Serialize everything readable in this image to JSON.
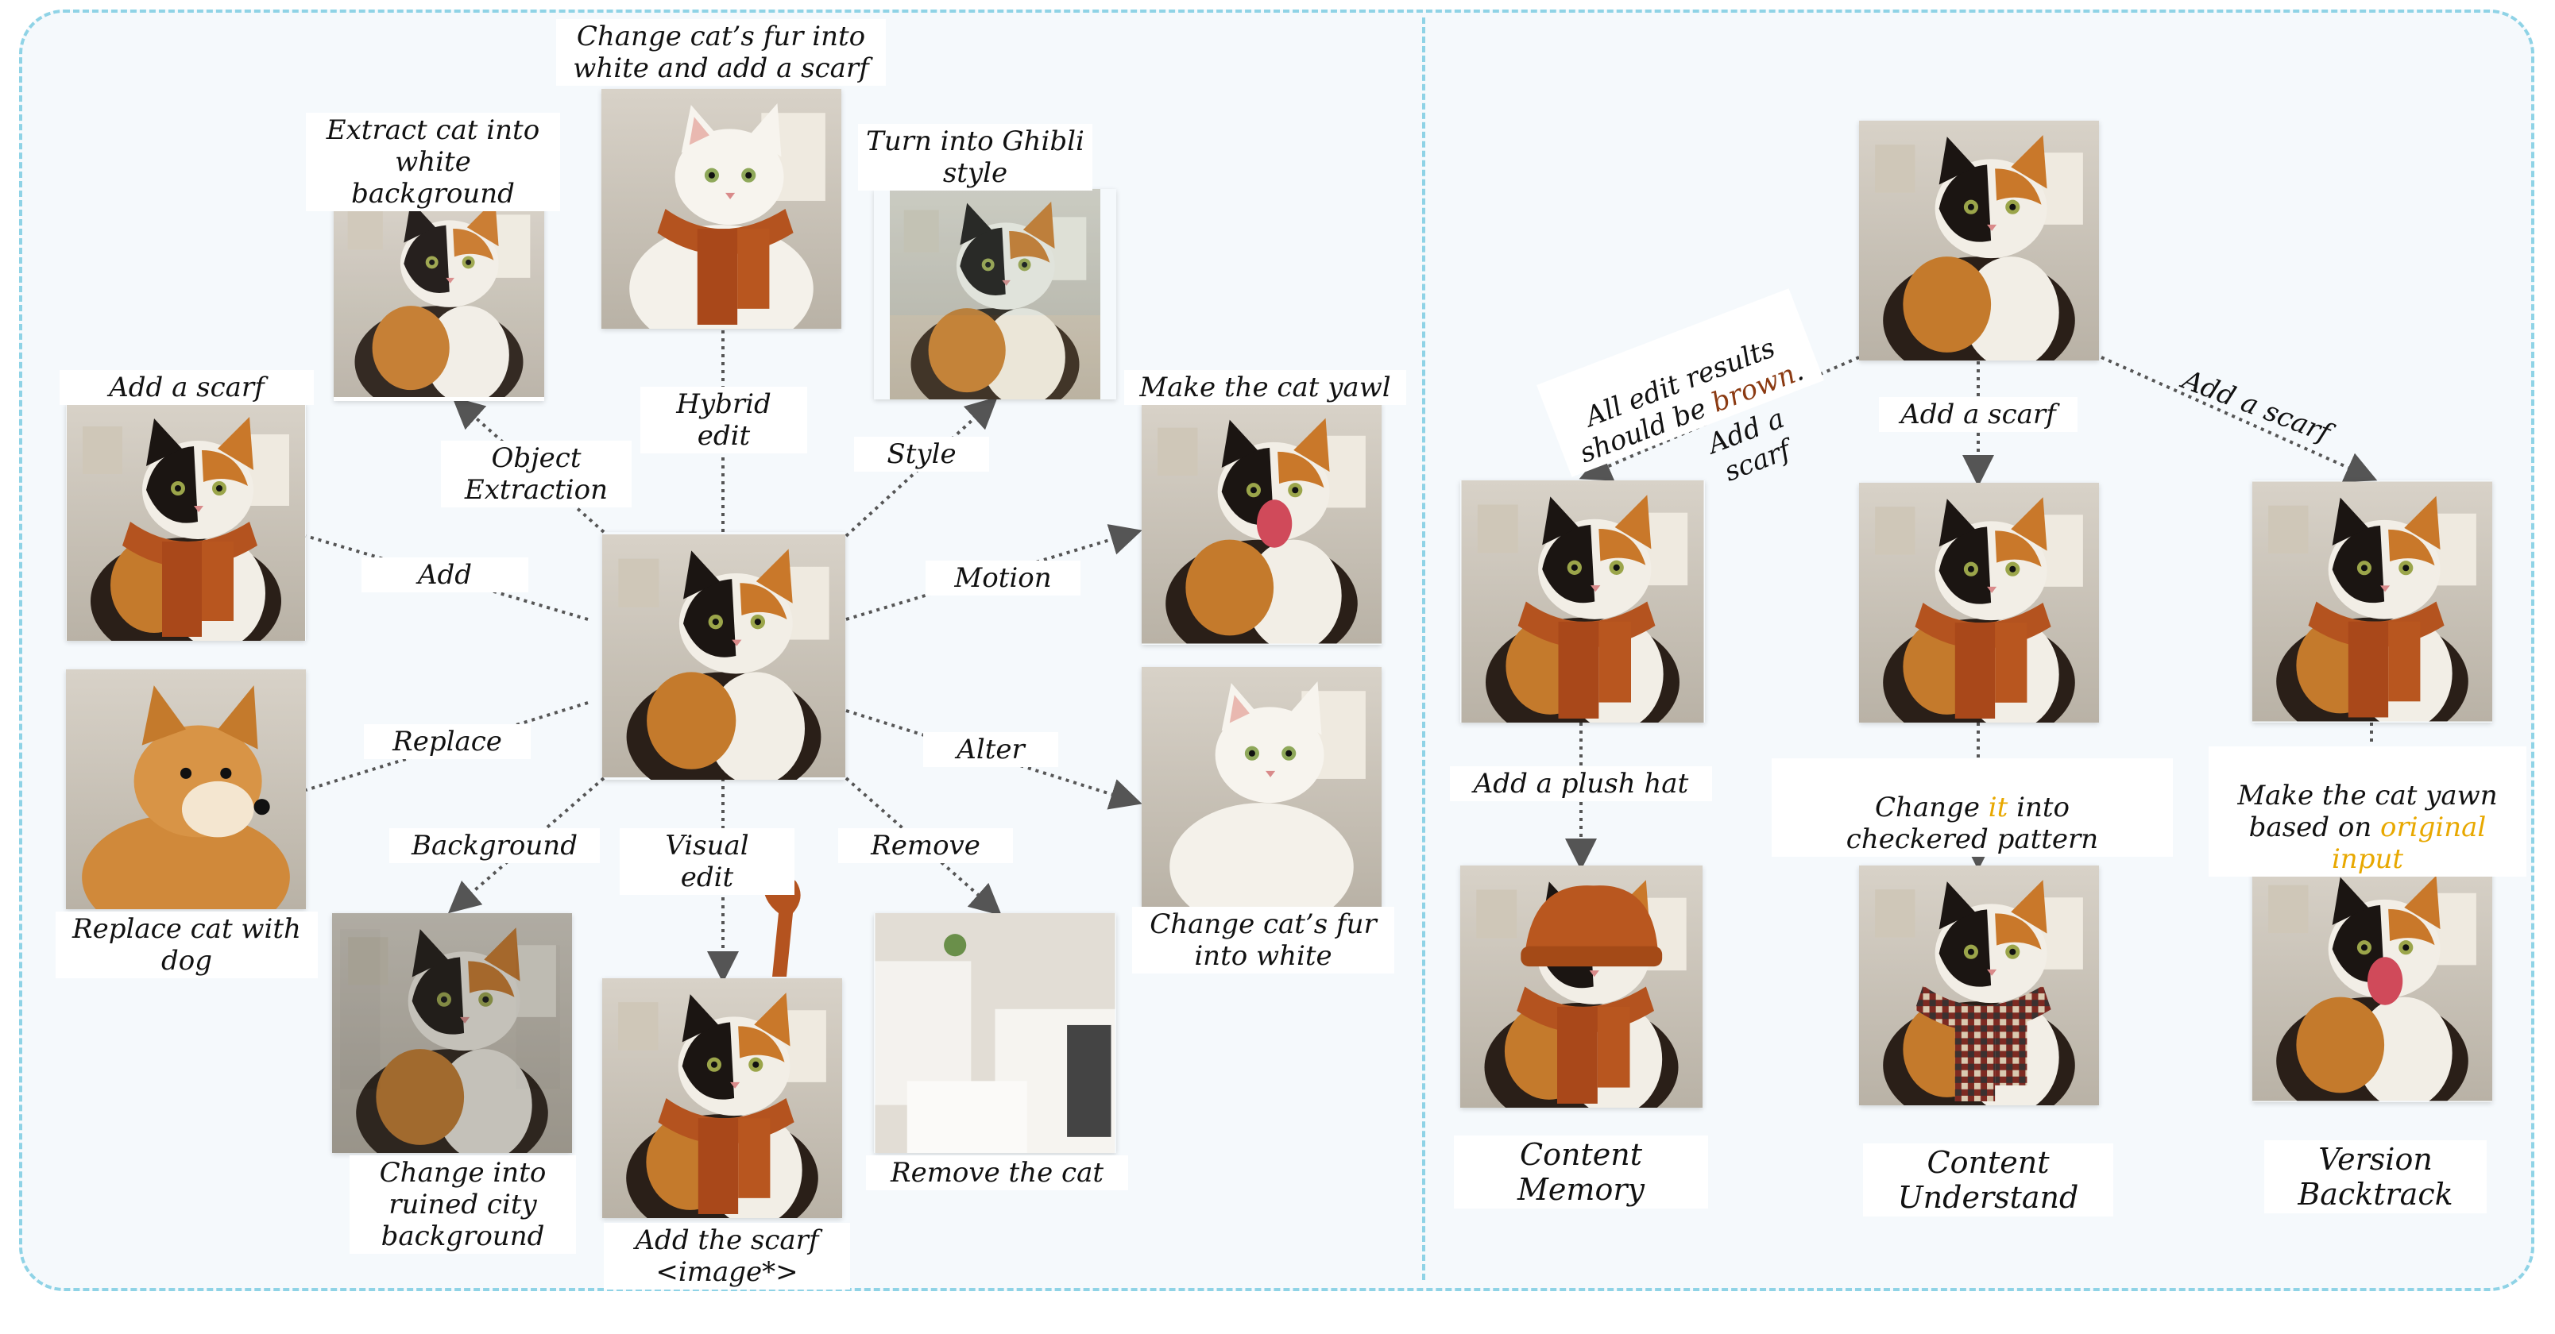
{
  "left": {
    "labels": {
      "extract_cat": "Extract cat into\nwhite\nbackground",
      "change_fur_scarf": "Change cat’s fur into\nwhite and add a scarf",
      "ghibli": "Turn into Ghibli\nstyle",
      "add_scarf_top": "Add a scarf",
      "make_yawl": "Make the cat yawl",
      "object_extraction": "Object\nExtraction",
      "hybrid_edit": "Hybrid\nedit",
      "style": "Style",
      "add": "Add",
      "motion": "Motion",
      "replace": "Replace",
      "alter": "Alter",
      "background": "Background",
      "visual_edit": "Visual\nedit",
      "remove": "Remove",
      "replace_cat_dog": "Replace cat with\ndog",
      "change_fur_white": "Change cat’s fur\ninto white",
      "ruined_city": "Change into\nruined city\nbackground",
      "add_scarf_image": "Add the scarf\n<image*>",
      "remove_cat": "Remove the cat"
    }
  },
  "right": {
    "labels": {
      "all_edit_prefix": "All edit results\nshould be ",
      "all_edit_highlight": "brown",
      "all_edit_suffix": ".",
      "add_scarf_left": "Add a scarf",
      "add_scarf_mid": "Add a scarf",
      "add_scarf_right": "Add a scarf",
      "plush_hat": "Add a plush hat",
      "change_prefix": "Change ",
      "change_highlight": "it",
      "change_suffix": " into\ncheckered pattern",
      "yawn_prefix": "Make the cat yawn\nbased on ",
      "yawn_highlight": "original\ninput",
      "content_memory": "Content\nMemory",
      "content_understand": "Content\nUnderstand",
      "version_backtrack": "Version\nBacktrack"
    }
  },
  "colors": {
    "border": "#8fd3e6",
    "highlight_brown": "#8b3a12",
    "highlight_gold": "#e8a800",
    "arrow": "#555555"
  },
  "icons": [
    "calico-cat-photo",
    "white-cat-photo",
    "shiba-dog-photo",
    "kitchen-photo",
    "scarf-icon",
    "ruined-city-photo",
    "ghibli-cat-painting",
    "plush-hat-cat-photo",
    "checkered-scarf-cat-photo"
  ]
}
